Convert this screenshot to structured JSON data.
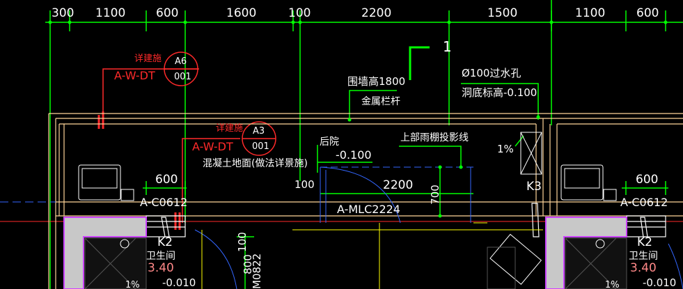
{
  "dimensions_top": [
    "300",
    "1100",
    "600",
    "1600",
    "100",
    "2200",
    "1500",
    "1100",
    "600"
  ],
  "section_mark": "1",
  "callouts": {
    "a6": {
      "label": "详建施",
      "code": "A-W-DT",
      "top": "A6",
      "bottom": "001"
    },
    "a3": {
      "label": "详建施",
      "code": "A-W-DT",
      "top": "A3",
      "bottom": "001"
    }
  },
  "notes": {
    "wall_height": "围墙高1800",
    "metal_rail": "金属栏杆",
    "drain_hole": "Ø100过水孔",
    "hole_bottom": "洞底标高-0.100",
    "canopy": "上部雨棚投影线",
    "back_yard": "后院",
    "back_yard_level": "-0.100",
    "concrete_floor": "混凝土地面(做法详景施)",
    "slope": "1%"
  },
  "window_left": {
    "dim": "600",
    "code": "A-C0612"
  },
  "window_right": {
    "dim": "600",
    "code": "A-C0612"
  },
  "door": {
    "width": "2200",
    "depth": "700",
    "offset": "100",
    "code": "A-MLC2224"
  },
  "rooms": {
    "left": {
      "tag": "K2",
      "name": "卫生间",
      "level": "3.40",
      "elev": "-0.010",
      "slope": "1%"
    },
    "right": {
      "tag": "K2",
      "name": "卫生间",
      "level": "3.40",
      "elev": "-0.010",
      "slope": "1%"
    },
    "k3": "K3"
  },
  "door_m": {
    "code": "M0822",
    "dim1": "800",
    "dim2": "100"
  },
  "colors": {
    "line_green": "#00ff00",
    "line_red": "#ff2a2a",
    "line_yellow": "#ffff00",
    "wall_tan": "#ffd59a",
    "blue": "#3366ff",
    "purple": "#cc44ff"
  }
}
